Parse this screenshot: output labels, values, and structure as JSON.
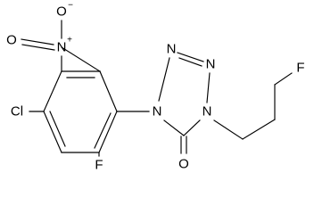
{
  "molecule": {
    "atoms": {
      "nitro_o_top": "O",
      "nitro_o_top_charge": "−",
      "nitro_o_left": "O",
      "nitro_n": "N",
      "nitro_n_charge": "+",
      "chlorine": "Cl",
      "fluorine_ring": "F",
      "fluorine_chain": "F",
      "tetrazole_n1": "N",
      "tetrazole_n2": "N",
      "tetrazole_n3": "N",
      "tetrazole_n4": "N",
      "carbonyl_o": "O"
    }
  }
}
